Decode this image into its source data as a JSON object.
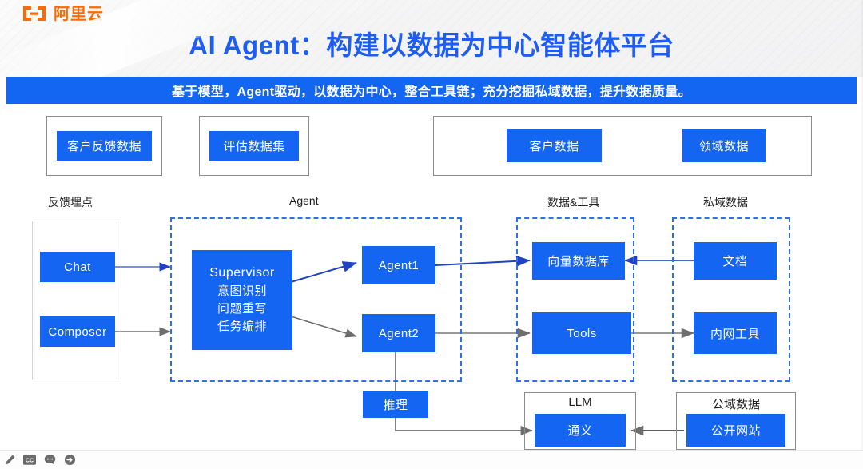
{
  "header": {
    "logo_text": "阿里云",
    "logo_icon": "alibaba-cloud-logo-icon",
    "title": "AI Agent：构建以数据为中心智能体平台",
    "accent_color": "#1f5cf0",
    "logo_color": "#ff6a00"
  },
  "banner": {
    "text": "基于模型，Agent驱动，以数据为中心，整合工具链；充分挖掘私域数据，提升数据质量。",
    "background_color": "#1266f1",
    "text_color": "#ffffff"
  },
  "diagram": {
    "blue": "#1466f2",
    "gray_border": "#8c8c8c",
    "dash_border": "#2f6fe8",
    "top_groups": [
      {
        "label": "客户反馈数据"
      },
      {
        "label": "评估数据集"
      },
      {
        "label": "客户数据"
      },
      {
        "label": "领域数据"
      }
    ],
    "column_labels": [
      {
        "label": "反馈埋点"
      },
      {
        "label": "Agent"
      },
      {
        "label": "数据&工具"
      },
      {
        "label": "私域数据"
      }
    ],
    "entry_nodes": [
      {
        "label": "Chat"
      },
      {
        "label": "Composer"
      }
    ],
    "supervisor": {
      "title": "Supervisor",
      "lines": [
        "意图识别",
        "问题重写",
        "任务编排"
      ]
    },
    "agents": [
      {
        "label": "Agent1"
      },
      {
        "label": "Agent2"
      }
    ],
    "tools_group": [
      {
        "label": "向量数据库"
      },
      {
        "label": "Tools"
      }
    ],
    "private_group": [
      {
        "label": "文档"
      },
      {
        "label": "内网工具"
      }
    ],
    "reasoning": {
      "label": "推理"
    },
    "llm": {
      "caption": "LLM",
      "label": "通义"
    },
    "public": {
      "caption": "公域数据",
      "label": "公开网站"
    }
  },
  "toolbar": {
    "items": [
      {
        "icon": "pen-icon"
      },
      {
        "icon": "closed-caption-icon"
      },
      {
        "icon": "comment-icon"
      },
      {
        "icon": "arrow-right-circle-icon"
      }
    ]
  }
}
